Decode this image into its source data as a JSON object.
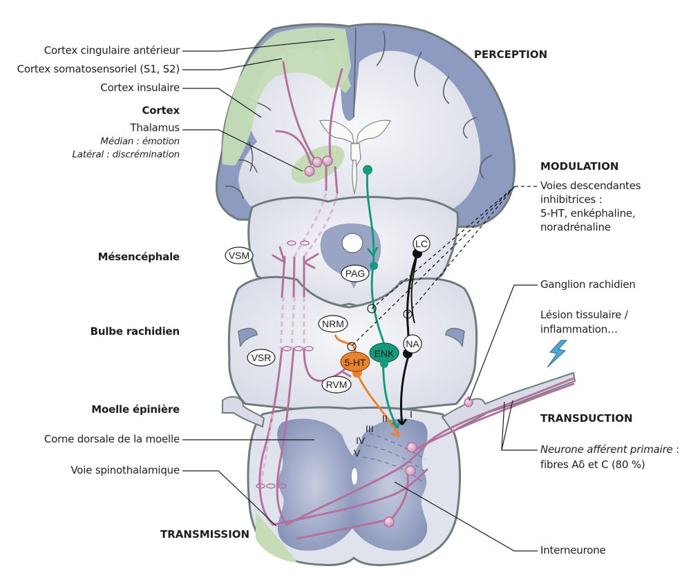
{
  "left_labels": {
    "cingulate": "Cortex cingulaire antérieur",
    "somatosensory": "Cortex somatosensoriel (S1, S2)",
    "insular": "Cortex insulaire",
    "cortex_heading": "Cortex",
    "thalamus": "Thalamus",
    "thalamus_medial": "Médian : émotion",
    "thalamus_lateral": "Latéral : discrémination",
    "midbrain": "Mésencéphale",
    "medulla": "Bulbe rachidien",
    "spinal_cord": "Moelle épinière",
    "dorsal_horn": "Corne dorsale de la moelle",
    "spinothalamic": "Voie spinothalamique",
    "transmission": "TRANSMISSION"
  },
  "right_labels": {
    "perception": "PERCEPTION",
    "modulation": "MODULATION",
    "descending_1": "Voies descendantes",
    "descending_2": "inhibitrices :",
    "descending_3": "5-HT, enképhaline,",
    "descending_4": "noradrénaline",
    "ganglion": "Ganglion rachidien",
    "lesion_1": "Lésion tissulaire /",
    "lesion_2": "inflammation…",
    "transduction": "TRANSDUCTION",
    "afferent_italic": "Neurone afférent primaire",
    "afferent_colon": " :",
    "afferent_2": "fibres Aδ et C (80 %)",
    "interneuron": "Interneurone"
  },
  "nuclei": {
    "vsm": "VSM",
    "vsr": "VSR",
    "pag": "PAG",
    "lc": "LC",
    "nrm": "NRM",
    "na": "NA",
    "enk": "ENK",
    "ht5": "5-HT",
    "rvm": "RVM"
  },
  "laminae": [
    "I",
    "II",
    "III",
    "IV",
    "V"
  ],
  "colors": {
    "cortex_gray_matter": "#8f9cc0",
    "white_matter": "#e4e6ee",
    "outline": "#7d8686",
    "highlight_green": "#c5dcb6",
    "spinothalamic_pathway": "#b5719e",
    "enkephalin_pathway": "#169a7c",
    "serotonin_pathway": "#e9822e",
    "noradrenaline_pathway": "#111111",
    "lesion_bolt": "#4fa8dc"
  }
}
